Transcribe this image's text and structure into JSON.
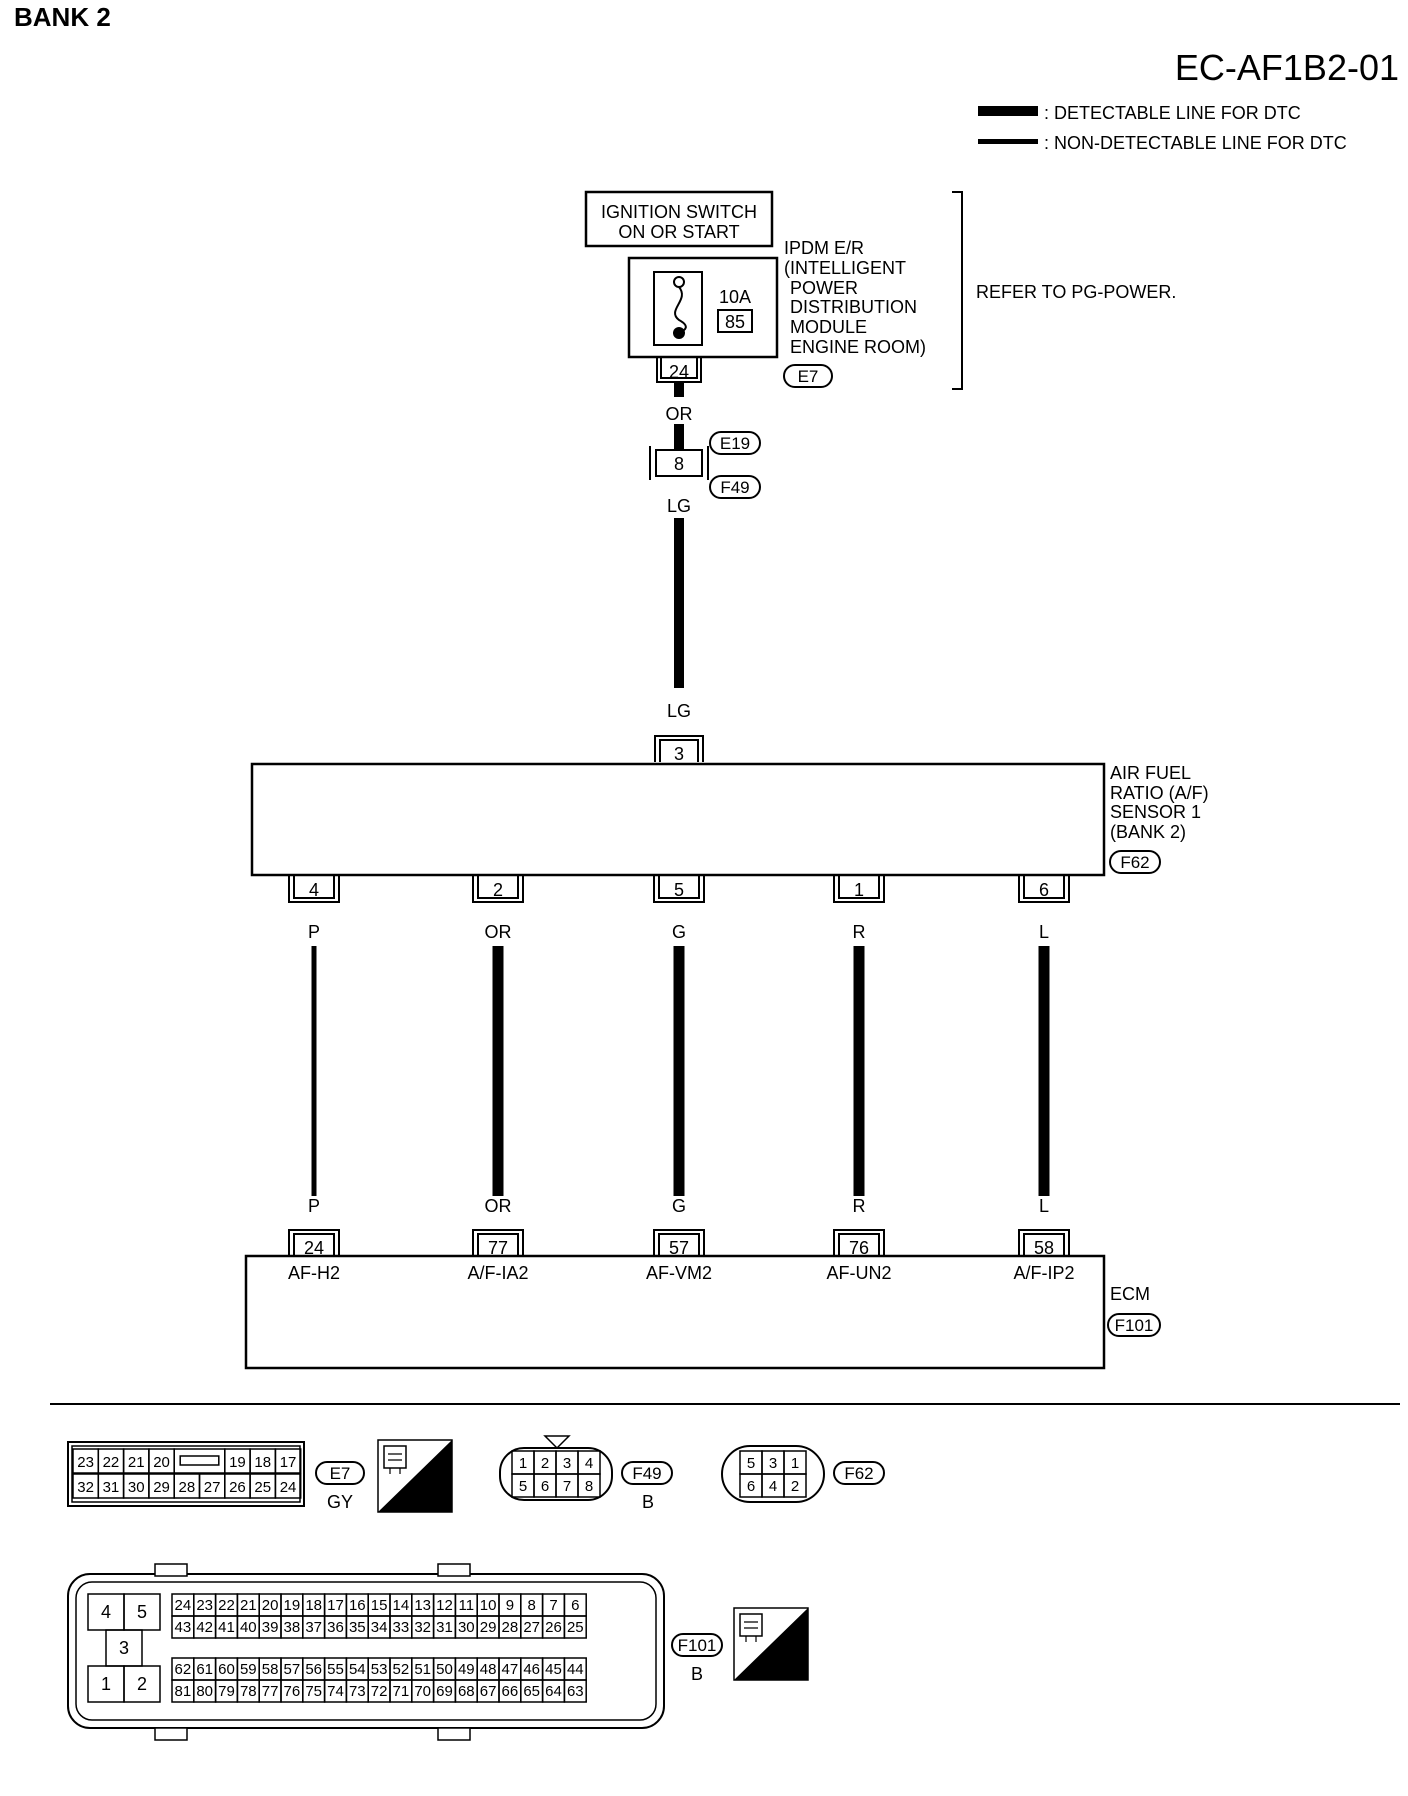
{
  "page": {
    "section": "BANK 2",
    "diagram_id": "EC-AF1B2-01"
  },
  "legend": [
    {
      "label": ": DETECTABLE LINE FOR DTC",
      "style": "thick"
    },
    {
      "label": ": NON-DETECTABLE LINE FOR DTC",
      "style": "thin"
    }
  ],
  "power": {
    "switch_label_1": "IGNITION SWITCH",
    "switch_label_2": "ON OR START",
    "ipdm_lines": [
      "IPDM E/R",
      "(INTELLIGENT",
      "POWER",
      "DISTRIBUTION",
      "MODULE",
      "ENGINE ROOM)"
    ],
    "fuse_amp": "10A",
    "fuse_number": "85",
    "output_terminal": "24",
    "connector": "E7",
    "refer_note": "REFER TO PG-POWER."
  },
  "supply_wire": {
    "color_upper": "OR",
    "joint_terminal": "8",
    "joint_connector_upper": "E19",
    "joint_connector_lower": "F49",
    "color_lower": "LG",
    "color_at_sensor": "LG"
  },
  "sensor": {
    "name_lines": [
      "AIR FUEL",
      "RATIO (A/F)",
      "SENSOR 1",
      "(BANK 2)"
    ],
    "connector": "F62",
    "input_terminal": "3"
  },
  "wires": [
    {
      "sensor_terminal": "4",
      "color": "P",
      "ecm_terminal": "24",
      "signal": "AF-H2",
      "detectable": false
    },
    {
      "sensor_terminal": "2",
      "color": "OR",
      "ecm_terminal": "77",
      "signal": "A/F-IA2",
      "detectable": true
    },
    {
      "sensor_terminal": "5",
      "color": "G",
      "ecm_terminal": "57",
      "signal": "AF-VM2",
      "detectable": true
    },
    {
      "sensor_terminal": "1",
      "color": "R",
      "ecm_terminal": "76",
      "signal": "AF-UN2",
      "detectable": true
    },
    {
      "sensor_terminal": "6",
      "color": "L",
      "ecm_terminal": "58",
      "signal": "A/F-IP2",
      "detectable": true
    }
  ],
  "ecm": {
    "name": "ECM",
    "connector": "F101"
  },
  "connector_views": {
    "e7": {
      "id": "E7",
      "color": "GY",
      "top_row": [
        "23",
        "22",
        "21",
        "20",
        "19",
        "18",
        "17"
      ],
      "bottom_row": [
        "32",
        "31",
        "30",
        "29",
        "28",
        "27",
        "26",
        "25",
        "24"
      ],
      "hs_label": "H.S."
    },
    "f49": {
      "id": "F49",
      "color": "B",
      "top_row": [
        "1",
        "2",
        "3",
        "4"
      ],
      "bottom_row": [
        "5",
        "6",
        "7",
        "8"
      ]
    },
    "f62": {
      "id": "F62",
      "top_row": [
        "5",
        "3",
        "1"
      ],
      "bottom_row": [
        "6",
        "4",
        "2"
      ]
    },
    "f101": {
      "id": "F101",
      "color": "B",
      "small_pins": [
        "4",
        "5",
        "3",
        "1",
        "2"
      ],
      "row1": [
        "24",
        "23",
        "22",
        "21",
        "20",
        "19",
        "18",
        "17",
        "16",
        "15",
        "14",
        "13",
        "12",
        "11",
        "10",
        "9",
        "8",
        "7",
        "6"
      ],
      "row2": [
        "43",
        "42",
        "41",
        "40",
        "39",
        "38",
        "37",
        "36",
        "35",
        "34",
        "33",
        "32",
        "31",
        "30",
        "29",
        "28",
        "27",
        "26",
        "25"
      ],
      "row3": [
        "62",
        "61",
        "60",
        "59",
        "58",
        "57",
        "56",
        "55",
        "54",
        "53",
        "52",
        "51",
        "50",
        "49",
        "48",
        "47",
        "46",
        "45",
        "44"
      ],
      "row4": [
        "81",
        "80",
        "79",
        "78",
        "77",
        "76",
        "75",
        "74",
        "73",
        "72",
        "71",
        "70",
        "69",
        "68",
        "67",
        "66",
        "65",
        "64",
        "63"
      ],
      "hs_label": "H.S."
    }
  }
}
